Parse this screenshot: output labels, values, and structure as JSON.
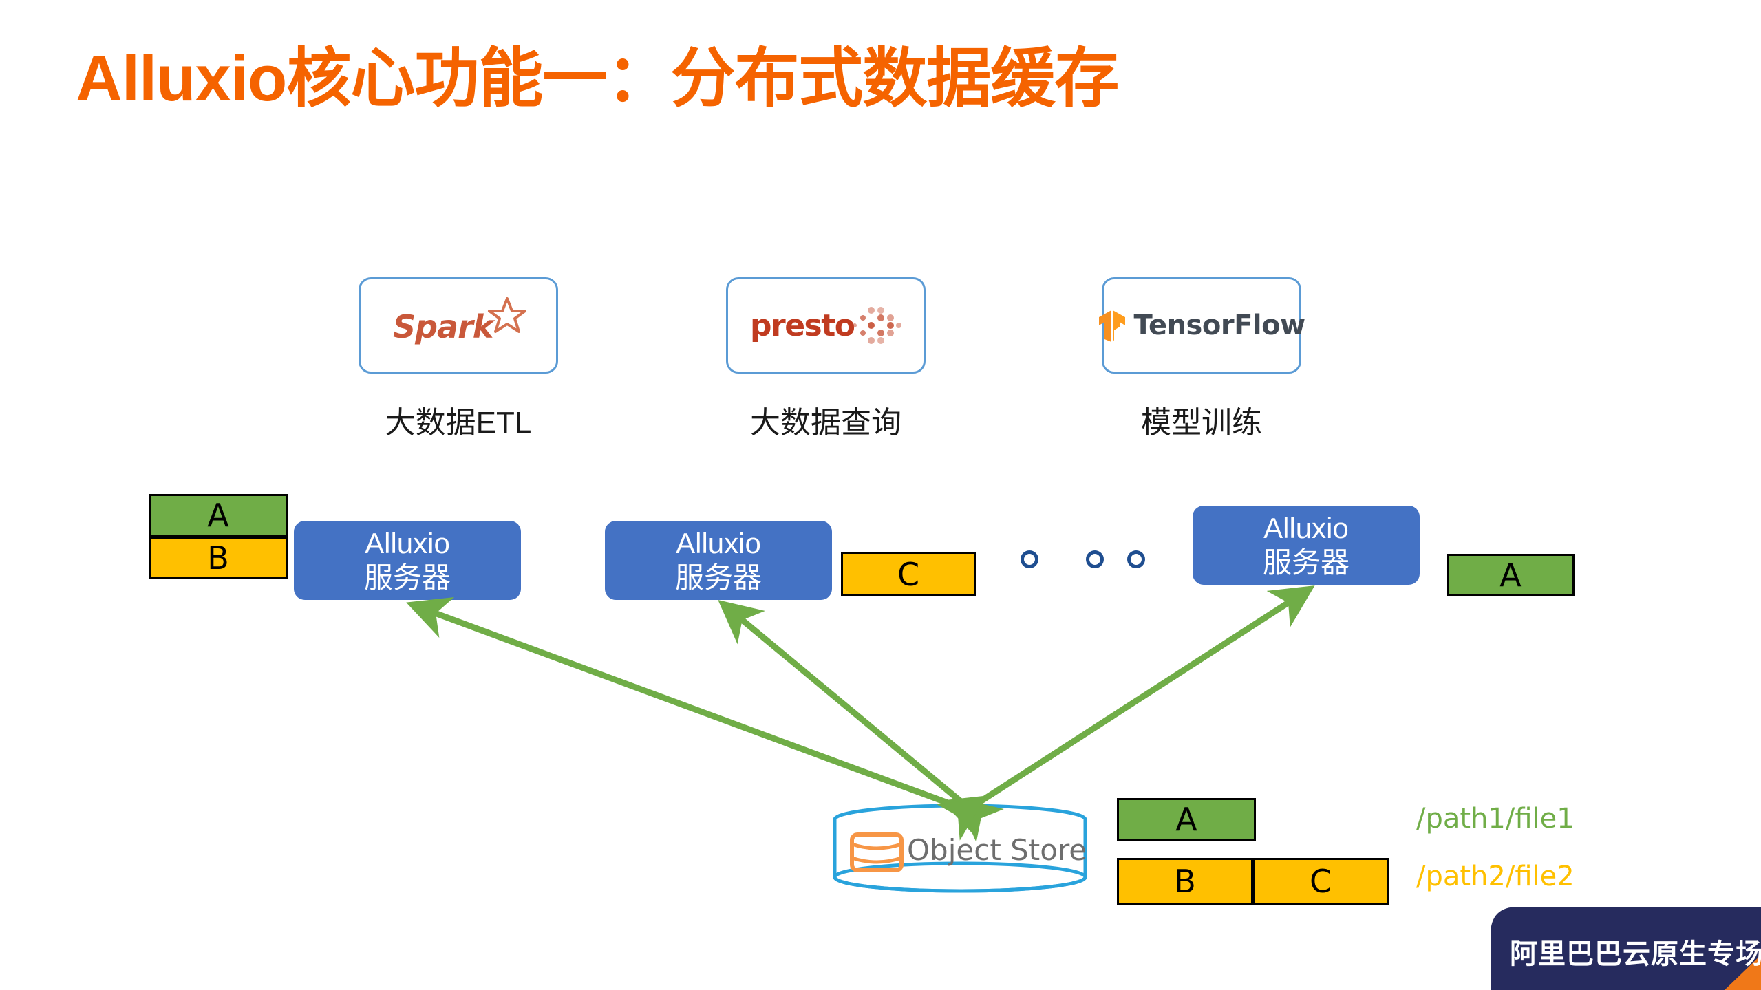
{
  "slide": {
    "title": "Alluxio核心功能一：分布式数据缓存",
    "title_color": "#F56300",
    "background": "#ffffff"
  },
  "engines": [
    {
      "id": "spark",
      "logo_text": "Spark",
      "icon": "spark-star-icon",
      "caption": "大数据ETL",
      "logo_color": "#C9583A"
    },
    {
      "id": "presto",
      "logo_text": "presto",
      "icon": "presto-dots-icon",
      "caption": "大数据查询",
      "logo_color": "#C03B20"
    },
    {
      "id": "tensorflow",
      "logo_text": "TensorFlow",
      "icon": "tensorflow-tf-icon",
      "caption": "模型训练",
      "logo_color": "#424A54"
    }
  ],
  "servers": [
    {
      "id": "server-1",
      "line1": "Alluxio",
      "line2": "服务器"
    },
    {
      "id": "server-2",
      "line1": "Alluxio",
      "line2": "服务器"
    },
    {
      "id": "server-3",
      "line1": "Alluxio",
      "line2": "服务器"
    }
  ],
  "server_color": "#4472C4",
  "cache_blocks": {
    "left": [
      {
        "label": "A",
        "color": "#70AD47"
      },
      {
        "label": "B",
        "color": "#FFC000"
      }
    ],
    "middle": [
      {
        "label": "C",
        "color": "#FFC000"
      }
    ],
    "right": [
      {
        "label": "A",
        "color": "#70AD47"
      }
    ]
  },
  "ellipsis": {
    "name": "more-servers-ellipsis",
    "count": 3,
    "color": "#1F4E90"
  },
  "object_store": {
    "label": "Object Store",
    "outline_color": "#29A3DC",
    "icon": "database-cylinder-icon",
    "icon_color": "#F79646"
  },
  "storage_rows": [
    {
      "blocks": [
        {
          "label": "A",
          "color": "#70AD47"
        }
      ],
      "path": "/path1/file1",
      "path_color": "#70AD47"
    },
    {
      "blocks": [
        {
          "label": "B",
          "color": "#FFC000"
        },
        {
          "label": "C",
          "color": "#FFC000"
        }
      ],
      "path": "/path2/file2",
      "path_color": "#FFC000"
    }
  ],
  "arrows": {
    "name": "data-flow-arrows",
    "color": "#70AD47",
    "style": "double-headed",
    "count": 3,
    "description": "Object Store 与三台 Alluxio 服务器之间的双向数据流"
  },
  "watermark": {
    "text": "阿里巴巴云原生专场",
    "background": "#262B5E",
    "accent": "#F07818"
  }
}
